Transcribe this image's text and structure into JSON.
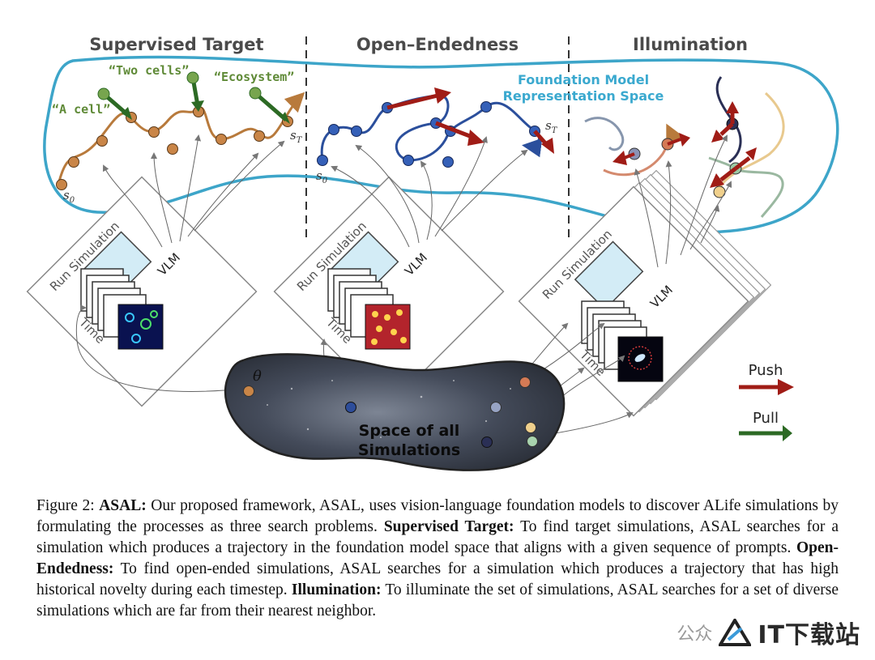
{
  "figure": {
    "panels": {
      "supervised": "Supervised Target",
      "open_endedness": "Open–Endedness",
      "illumination": "Illumination"
    },
    "prompts": {
      "a_cell": "“A cell”",
      "two_cells": "“Two cells”",
      "ecosystem": "“Ecosystem”"
    },
    "foundation_label_1": "Foundation Model",
    "foundation_label_2": "Representation Space",
    "run_simulation": "Run Simulation",
    "time": "Time",
    "vlm": "VLM",
    "s0": "s",
    "s0_sub": "0",
    "sT": "s",
    "sT_sub": "T",
    "theta": "θ",
    "space_line1": "Space of all",
    "space_line2": "Simulations",
    "legend_push": "Push",
    "legend_pull": "Pull",
    "colors": {
      "space_outline": "#3da5c9",
      "foundation_text": "#3ba9cf",
      "trajectory_orange": "#b87a3c",
      "node_orange": "#c98547",
      "trajectory_blue": "#2b4f9c",
      "push_red": "#a01c16",
      "pull_green": "#2c6a24",
      "prompt_green": "#5f8a37"
    }
  },
  "caption": {
    "figure_label": "Figure 2:",
    "asal_label": "ASAL:",
    "intro": "Our proposed framework, ASAL, uses vision-language foundation models to discover ALife simulations by formulating the processes as three search problems.",
    "supervised_label": "Supervised Target:",
    "supervised_text": "To find target simulations, ASAL searches for a simulation which produces a trajectory in the foundation model space that aligns with a given sequence of prompts.",
    "open_label": "Open-Endedness:",
    "open_text": "To find open-ended simulations, ASAL searches for a simulation which produces a trajectory that has high historical novelty during each timestep.",
    "illum_label": "Illumination:",
    "illum_text": "To illuminate the set of simulations, ASAL searches for a set of diverse simulations which are far from their nearest neighbor."
  },
  "watermark": {
    "chat_text": "公众",
    "brand": "IT下载站"
  }
}
